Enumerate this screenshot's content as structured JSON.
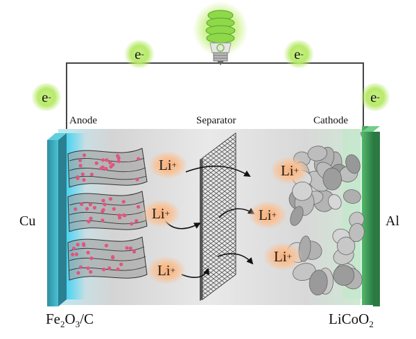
{
  "labels": {
    "anode": "Anode",
    "separator": "Separator",
    "cathode": "Cathode",
    "cu": "Cu",
    "al": "Al",
    "anode_material": {
      "a": "Fe",
      "b": "2",
      "c": "O",
      "d": "3",
      "e": "/C"
    },
    "cathode_material": {
      "a": "LiCoO",
      "b": "2"
    }
  },
  "electrons": [
    {
      "base": "e",
      "sup": "-"
    },
    {
      "base": "e",
      "sup": "-"
    },
    {
      "base": "e",
      "sup": "-"
    },
    {
      "base": "e",
      "sup": "-"
    }
  ],
  "ions": [
    {
      "base": "Li",
      "sup": "+"
    },
    {
      "base": "Li",
      "sup": "+"
    },
    {
      "base": "Li",
      "sup": "+"
    },
    {
      "base": "Li",
      "sup": "+"
    },
    {
      "base": "Li",
      "sup": "+"
    },
    {
      "base": "Li",
      "sup": "+"
    }
  ],
  "colors": {
    "copper_plate": "#3fb8c8",
    "aluminum_plate": "#3a9a55",
    "cell_body": "#e4e4e4",
    "electron_glow": "#b8ea6a",
    "ion_glow": "#f7b07a",
    "particle": "#e0557e"
  }
}
